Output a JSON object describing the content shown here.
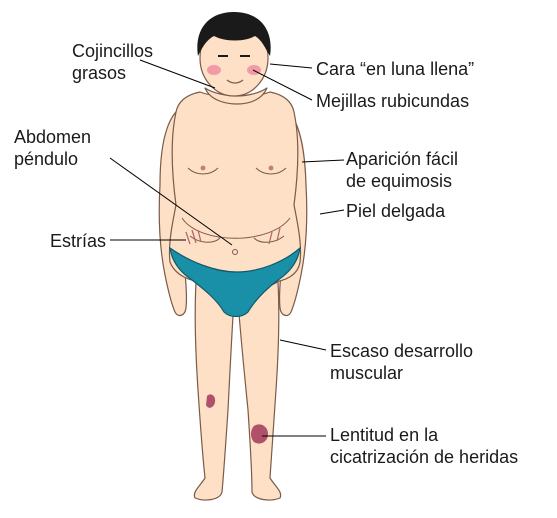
{
  "labels": {
    "cojincillos_line1": "Cojincillos",
    "cojincillos_line2": "grasos",
    "cara": "Cara “en luna llena”",
    "mejillas": "Mejillas rubicundas",
    "abdomen_line1": "Abdomen",
    "abdomen_line2": "péndulo",
    "equimosis_line1": "Aparición fácil",
    "equimosis_line2": "de equimosis",
    "piel": "Piel delgada",
    "estrias": "Estrías",
    "muscular_line1": "Escaso desarrollo",
    "muscular_line2": "muscular",
    "heridas_line1": "Lentitud en la",
    "heridas_line2": "cicatrización de heridas"
  },
  "colors": {
    "skin": "#fde0c6",
    "skin_outline": "#7a5a48",
    "hair": "#1a1a1a",
    "cheeks": "#f29aa6",
    "underwear": "#1a8fa8",
    "underwear_outline": "#0f5a6b",
    "lesion": "#b0506a",
    "line": "#000000"
  }
}
